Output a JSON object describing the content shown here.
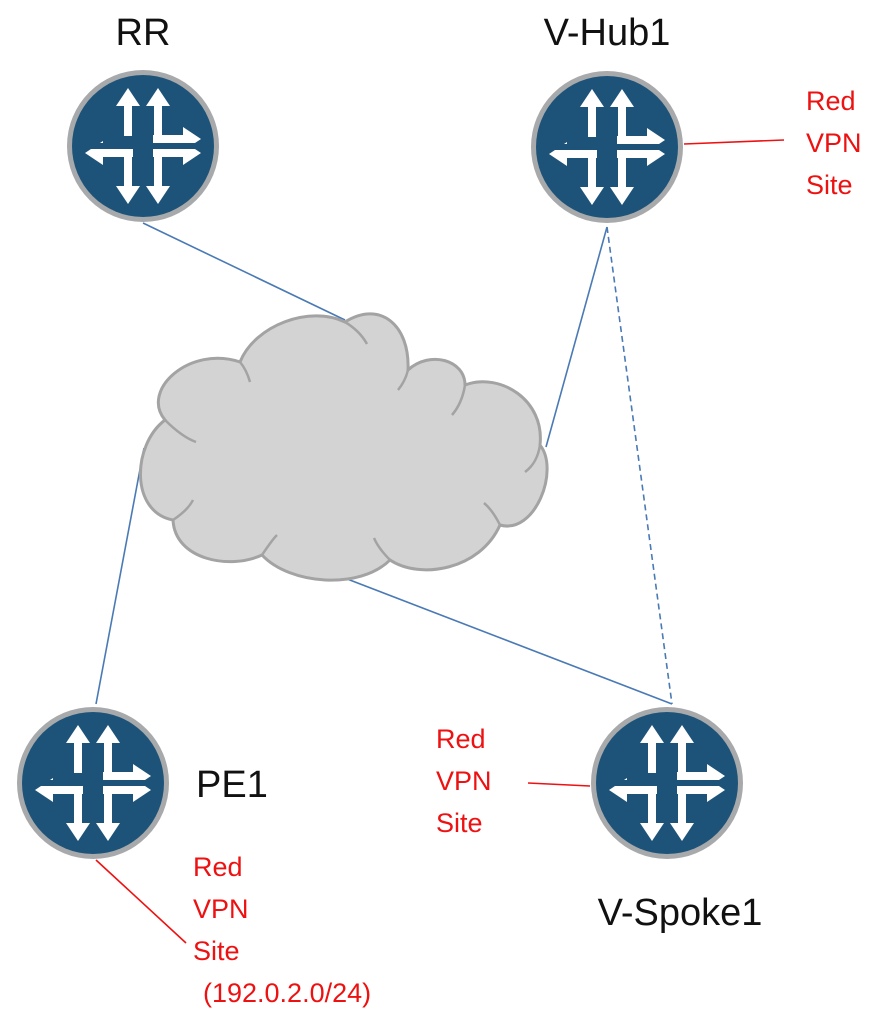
{
  "colors": {
    "router_fill": "#1d5379",
    "router_ring": "#a7a9ab",
    "cloud_fill": "#d3d3d3",
    "cloud_stroke": "#a3a3a3",
    "core_link": "#4a7ab5",
    "site_link": "#ee1111",
    "site_text": "#ee1111",
    "node_text": "#111111"
  },
  "icons": {
    "router": "router-icon",
    "cloud": "cloud-icon"
  },
  "nodes": {
    "rr": {
      "label": "RR"
    },
    "hub": {
      "label": "V-Hub1"
    },
    "pe": {
      "label": "PE1"
    },
    "spoke": {
      "label": "V-Spoke1"
    }
  },
  "sites": {
    "hub": {
      "line1": "Red",
      "line2": "VPN",
      "line3": "Site"
    },
    "spoke": {
      "line1": "Red",
      "line2": "VPN",
      "line3": "Site"
    },
    "pe": {
      "line1": "Red",
      "line2": "VPN",
      "line3": "Site",
      "subnet": "(192.0.2.0/24)"
    }
  },
  "links": [
    {
      "from": "RR",
      "to": "cloud",
      "style": "solid"
    },
    {
      "from": "V-Hub1",
      "to": "cloud",
      "style": "solid"
    },
    {
      "from": "PE1",
      "to": "cloud",
      "style": "solid"
    },
    {
      "from": "V-Spoke1",
      "to": "cloud",
      "style": "solid"
    },
    {
      "from": "V-Hub1",
      "to": "V-Spoke1",
      "style": "dashed"
    }
  ]
}
